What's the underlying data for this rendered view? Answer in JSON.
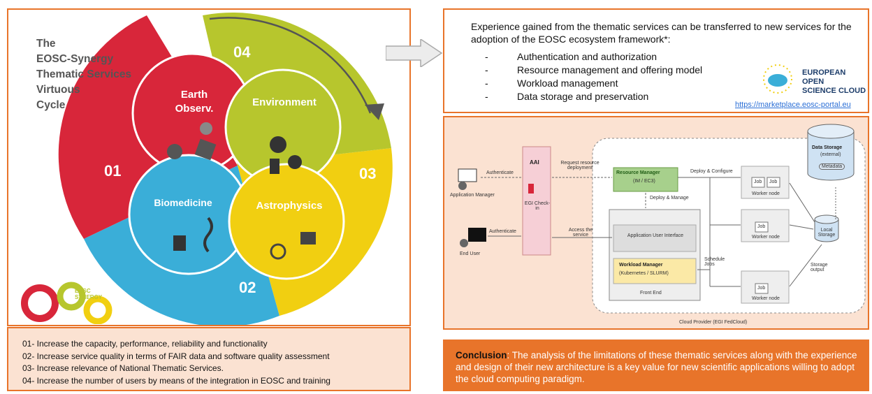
{
  "cycle": {
    "title_lines": [
      "The",
      "EOSC-Synergy",
      "Thematic Services",
      "Virtuous",
      "Cycle"
    ],
    "numbers": [
      "01",
      "02",
      "03",
      "04"
    ],
    "circles": [
      "Earth Observ.",
      "Environment",
      "Biomedicine",
      "Astrophysics"
    ],
    "colors": {
      "red": "#d8263a",
      "yellowgreen": "#b7c62d",
      "blue": "#3aaed8",
      "yellow": "#f1cf11"
    },
    "logo_text": [
      "EOSC",
      "SYNERGY"
    ]
  },
  "legend": [
    "01- Increase the capacity, performance, reliability and functionality",
    "02- Increase service quality in terms of  FAIR data and software quality assessment",
    "03- Increase relevance of National Thematic Services.",
    "04- Increase the number of users by means of the integration in EOSC and training"
  ],
  "transfer": {
    "intro": "Experience gained from the thematic services can be transferred to new services for the adoption of the EOSC ecosystem framework*:",
    "bullets": [
      "Authentication and authorization",
      "Resource management and offering model",
      "Workload management",
      "Data storage and preservation"
    ],
    "eosc_logo": [
      "EUROPEAN OPEN",
      "SCIENCE CLOUD"
    ],
    "url": "https://marketplace.eosc-portal.eu"
  },
  "architecture": {
    "app_manager": "Application Manager",
    "end_user": "End User",
    "authenticate": "Authenticate",
    "aai": "AAI",
    "egi_checkin": "EGI Check-in",
    "request_resource": "Request resource deployment",
    "access_service": "Access the service",
    "resource_manager": "Resource Manager",
    "resource_manager_sub": "(IM / EC3)",
    "deploy_configure": "Deploy & Configure",
    "deploy_manage": "Deploy & Manage",
    "app_user_interface": "Application User Interface",
    "workload_manager": "Workload Manager",
    "workload_manager_sub": "(Kubernetes / SLURM)",
    "front_end": "Front End",
    "schedule_jobs": "Schedule Jobs",
    "job": "Job",
    "worker_node": "Worker node",
    "data_storage": "Data Storage",
    "data_storage_sub": "(external)",
    "metadata": "Metadata",
    "local_storage": "Local Storage",
    "storage_output": "Storage output",
    "cloud_provider": "Cloud Provider (EGI FedCloud)"
  },
  "conclusion": {
    "label": "Conclusion",
    "text": ": The analysis of the limitations of these thematic services along with the experience and design of their new architecture is a key value for new scientific applications willing to adopt the cloud computing paradigm."
  }
}
